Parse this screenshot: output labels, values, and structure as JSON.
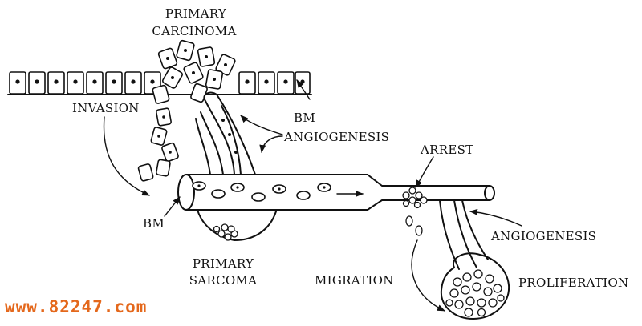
{
  "labels": {
    "primary_carcinoma_line1": "PRIMARY",
    "primary_carcinoma_line2": "CARCINOMA",
    "invasion": "INVASION",
    "bm_top": "BM",
    "angiogenesis_top": "ANGIOGENESIS",
    "arrest": "ARREST",
    "bm_left": "BM",
    "angiogenesis_right": "ANGIOGENESIS",
    "primary_sarcoma_line1": "PRIMARY",
    "primary_sarcoma_line2": "SARCOMA",
    "migration": "MIGRATION",
    "proliferation": "PROLIFERATION"
  },
  "watermark": "www.82247.com",
  "colors": {
    "ink": "#111111",
    "watermark": "#e4681c",
    "background": "#ffffff"
  }
}
